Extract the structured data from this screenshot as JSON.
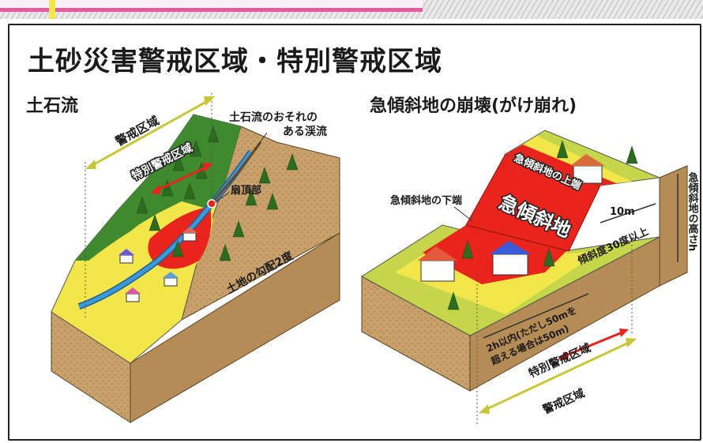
{
  "title": "土砂災害警戒区域・特別警戒区域",
  "debris_flow": {
    "heading": "土石流",
    "keikai_label": "警戒区域",
    "tokubetsu_label": "特別警戒区域",
    "stream_label_1": "土石流のおそれの",
    "stream_label_2": "ある渓流",
    "fan_apex_label": "扇頂部",
    "slope_label": "土地の勾配2度"
  },
  "steep_slope": {
    "heading": "急傾斜地の崩壊(がけ崩れ)",
    "upper_edge_label": "急傾斜地の上端",
    "lower_edge_label": "急傾斜地の下端",
    "slope_name": "急傾斜地",
    "ten_m_label": "10m",
    "angle_label": "傾斜度30度以上",
    "height_label": "急傾斜地の高さh",
    "dist_label_1": "2h以内(ただし50mを",
    "dist_label_2": "超える場合は50m)",
    "tokubetsu_label": "特別警戒区域",
    "keikai_label": "警戒区域"
  },
  "colors": {
    "keikai": "#f2e64a",
    "tokubetsu": "#e8241c",
    "forest": "#3f8a2e",
    "soil": "#c7a06a",
    "water": "#3b9ad8",
    "accent_pink": "#e85aa0"
  }
}
